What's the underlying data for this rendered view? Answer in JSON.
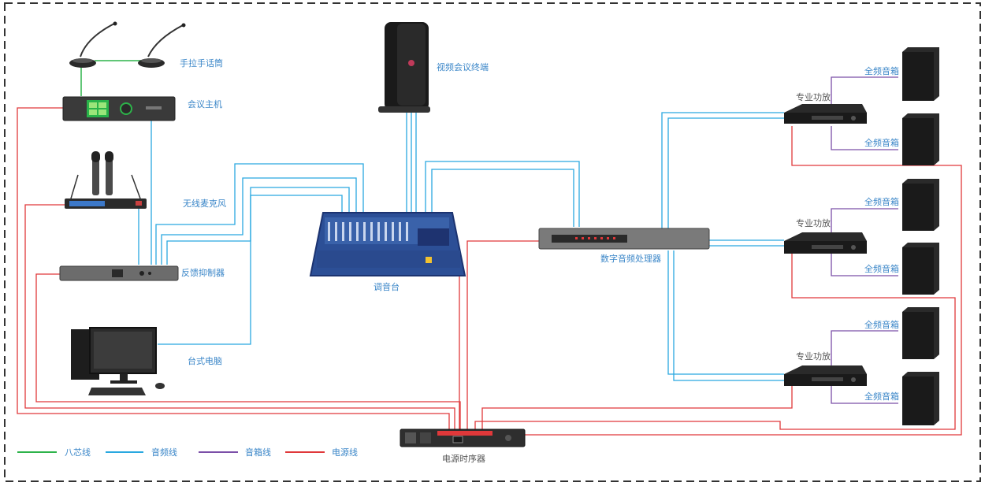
{
  "labels": {
    "handheld_mic": "手拉手话筒",
    "conference_host": "会议主机",
    "wireless_mic": "无线麦克风",
    "feedback_suppressor": "反馈抑制器",
    "desktop_pc": "台式电脑",
    "video_terminal": "视频会议终端",
    "mixer": "调音台",
    "dsp": "数字音频处理器",
    "power_sequencer": "电源时序器",
    "amp_1": "专业功放",
    "amp_2": "专业功放",
    "amp_3": "专业功放",
    "speaker_1": "全频音箱",
    "speaker_2": "全频音箱",
    "speaker_3": "全频音箱",
    "speaker_4": "全频音箱",
    "speaker_5": "全频音箱",
    "speaker_6": "全频音箱"
  },
  "legend": [
    {
      "label": "八芯线",
      "color": "#2db34a"
    },
    {
      "label": "音频线",
      "color": "#29a8e0"
    },
    {
      "label": "音箱线",
      "color": "#7b4fa8"
    },
    {
      "label": "电源线",
      "color": "#e0383a"
    }
  ]
}
